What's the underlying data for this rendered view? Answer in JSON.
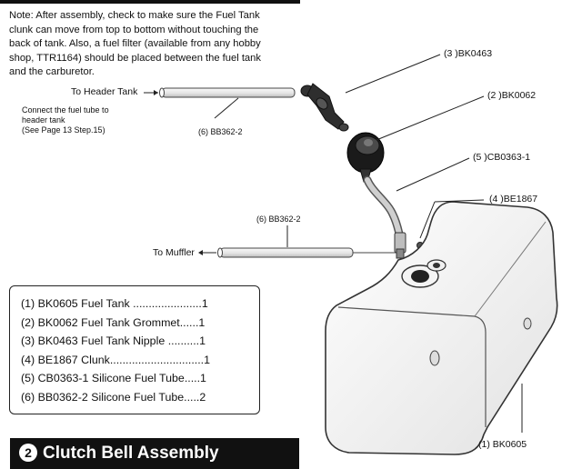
{
  "note": {
    "lines": [
      "Note: After assembly, check to make sure the Fuel Tank",
      "clunk can move from top to bottom without touching the",
      "back of tank.  Also, a fuel filter (available from any hobby",
      "shop, TTR1164) should be placed between the fuel tank",
      "and the carburetor."
    ]
  },
  "diagram": {
    "to_header_tank": "To Header Tank",
    "connect_note": [
      "Connect the fuel tube to",
      "header tank",
      "(See Page 13 Step.15)"
    ],
    "to_muffler": "To Muffler",
    "callouts": {
      "nipple": "(3 )BK0463",
      "grommet": "(2 )BK0062",
      "silicone_tube": "(5 )CB0363-1",
      "clunk": "(4 )BE1867",
      "tube_upper": "(6) BB362-2",
      "tube_lower": "(6) BB362-2",
      "tank": "(1) BK0605"
    }
  },
  "parts_list": [
    {
      "no": "(1)",
      "code": "BK0605",
      "name": "Fuel Tank",
      "dots": "......................",
      "qty": "1"
    },
    {
      "no": "(2)",
      "code": "BK0062",
      "name": "Fuel Tank Grommet",
      "dots": "......",
      "qty": "1"
    },
    {
      "no": "(3)",
      "code": "BK0463",
      "name": "Fuel Tank Nipple",
      "dots": "..........",
      "qty": "1"
    },
    {
      "no": "(4)",
      "code": "BE1867",
      "name": "Clunk",
      "dots": "..............................",
      "qty": "1"
    },
    {
      "no": "(5)",
      "code": "CB0363-1",
      "name": "Silicone Fuel Tube",
      "dots": ".....",
      "qty": "1"
    },
    {
      "no": "(6)",
      "code": "BB0362-2",
      "name": "Silicone Fuel Tube",
      "dots": ".....",
      "qty": "2"
    }
  ],
  "section": {
    "number": "2",
    "title": "Clutch Bell Assembly"
  }
}
